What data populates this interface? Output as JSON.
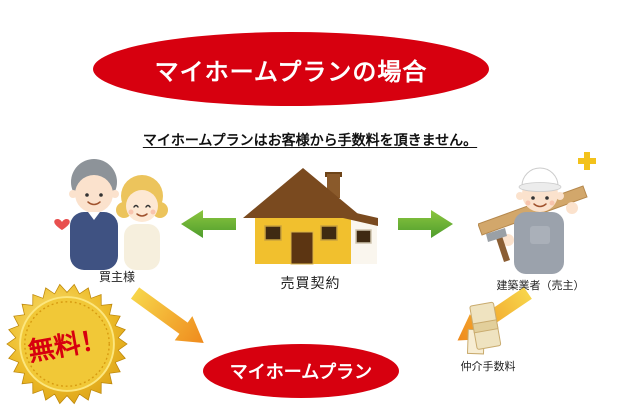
{
  "banners": {
    "top": "マイホームプランの場合",
    "bottom": "マイホームプラン"
  },
  "subtitle": "マイホームプランはお客様から手数料を頂きません。",
  "labels": {
    "buyer": "買主様",
    "contract": "売買契約",
    "builder": "建築業者（売主）",
    "fee": "仲介手数料",
    "badge": "無料！"
  },
  "colors": {
    "banner_red": "#d7000f",
    "arrow_green": "#57a02f",
    "arrow_orange": "#ef8a1d",
    "badge_gold": "#e8b422",
    "badge_text_red": "#d7000f",
    "house_wall_yellow": "#f1c02e",
    "roof_brown": "#7a4a1f"
  }
}
